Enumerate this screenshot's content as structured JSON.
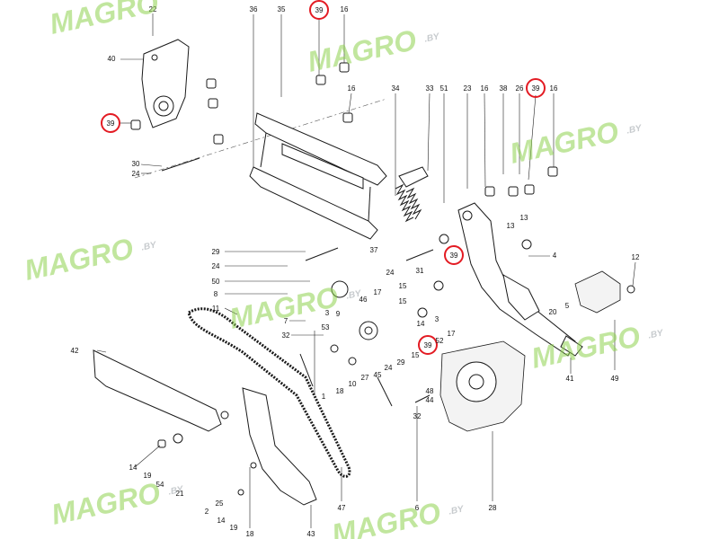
{
  "callouts": [
    "1",
    "2",
    "3",
    "4",
    "5",
    "6",
    "7",
    "8",
    "9",
    "10",
    "11",
    "12",
    "13",
    "14",
    "15",
    "16",
    "17",
    "18",
    "19",
    "20",
    "21",
    "22",
    "23",
    "24",
    "25",
    "26",
    "27",
    "28",
    "29",
    "30",
    "31",
    "32",
    "33",
    "34",
    "35",
    "36",
    "37",
    "38",
    "39",
    "40",
    "41",
    "42",
    "43",
    "44",
    "45",
    "46",
    "47",
    "48",
    "49",
    "50",
    "51",
    "52",
    "53",
    "54"
  ],
  "highlighted_callout": "39",
  "watermark": {
    "brand": "MAGRO",
    "domain": ".BY"
  },
  "colors": {
    "highlight": "#e31b23",
    "watermark_green": "#8fd14f",
    "watermark_grey": "#9aa0a6",
    "line": "#1a1a1a"
  }
}
